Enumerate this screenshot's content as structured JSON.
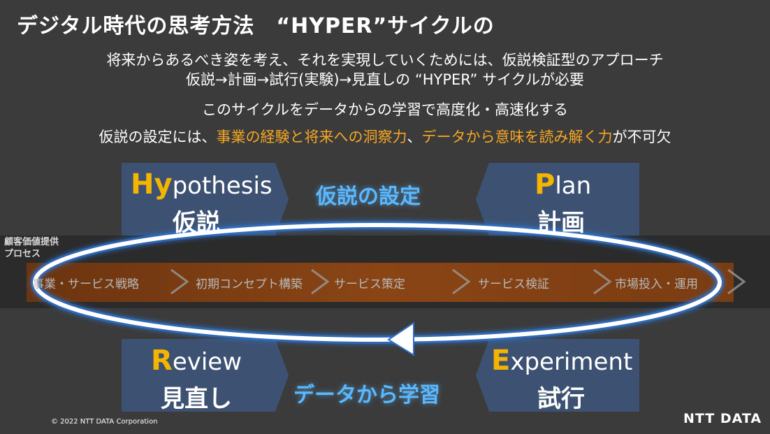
{
  "title": "デジタル時代の思考方法　“HYPER”サイクルの",
  "lines": {
    "l1": "将来からあるべき姿を考え、それを実現していくためには、仮説検証型のアプローチ",
    "l2": "仮説→計画→試行(実験)→見直しの “HYPER” サイクルが必要",
    "l3": "このサイクルをデータからの学習で高度化・高速化する",
    "l4_pre": "仮説の設定には、",
    "l4_hl1": "事業の経験と将来への洞察力",
    "l4_mid": "、",
    "l4_hl2": "データから意味を読み解く力",
    "l4_post": "が不可欠"
  },
  "band": {
    "label_line1": "顧客価値提供",
    "label_line2": "プロセス",
    "stages": [
      "事業・サービス戦略",
      "初期コンセプト構築",
      "サービス策定",
      "サービス検証",
      "市場投入・運用"
    ]
  },
  "boxes": {
    "hypothesis": {
      "initial": "Hy",
      "rest": "pothesis",
      "ja": "仮説"
    },
    "plan": {
      "initial": "P",
      "rest": "lan",
      "ja": "計画"
    },
    "review": {
      "initial": "R",
      "rest": "eview",
      "ja": "見直し"
    },
    "experiment": {
      "initial": "E",
      "rest": "xperiment",
      "ja": "試行"
    }
  },
  "phases": {
    "top": "仮説の設定",
    "bottom": "データから学習"
  },
  "footer": {
    "copyright": "© 2022 NTT DATA Corporation",
    "logo": "NTT DATA"
  },
  "colors": {
    "background": "#3b3b3b",
    "box": "#3d5272",
    "accent_orange": "#f5a623",
    "initial_yellow": "#f5b400",
    "phase_blue": "#5ab8ff",
    "process_bar": "#8a4515"
  }
}
